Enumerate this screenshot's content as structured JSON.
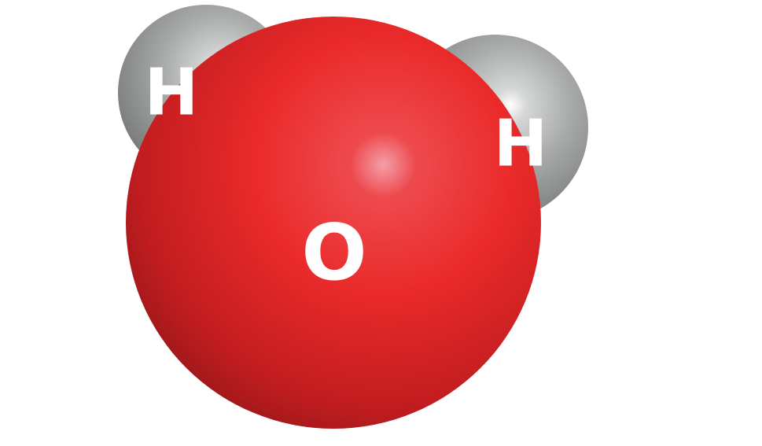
{
  "molecule": {
    "atoms": [
      {
        "element": "H",
        "label": "H",
        "color": "#9a9c9c"
      },
      {
        "element": "H",
        "label": "H",
        "color": "#9a9c9c"
      },
      {
        "element": "O",
        "label": "O",
        "color": "#e52222"
      }
    ]
  }
}
